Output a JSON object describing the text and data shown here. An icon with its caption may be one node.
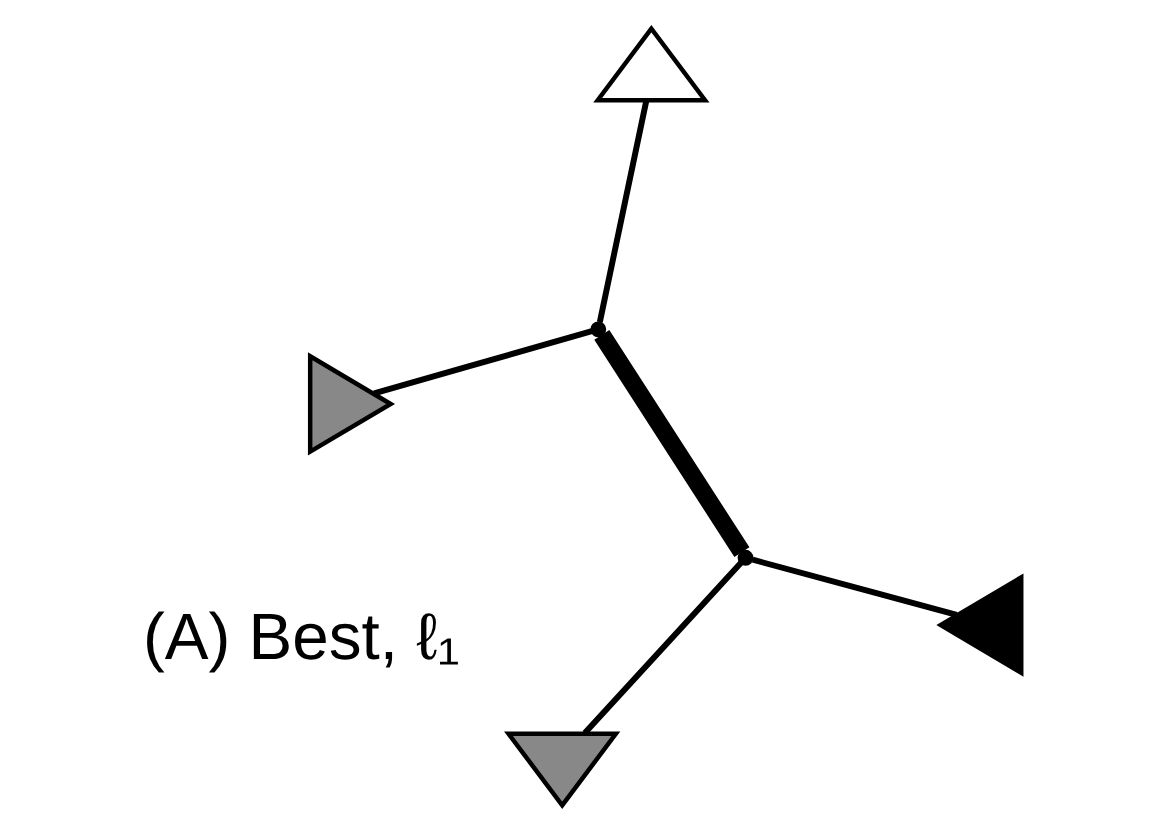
{
  "diagram": {
    "nodes": [
      {
        "text": [],
        "shape": "triangle"
      },
      {
        "text": [],
        "shape": "triangle"
      },
      {
        "text": [],
        "shape": "point"
      },
      {
        "text": [],
        "shape": "point"
      },
      {
        "text": [],
        "shape": "triangle"
      },
      {
        "text": [],
        "shape": "triangle"
      }
    ],
    "edges": [
      {
        "from": 2,
        "to": 0,
        "arrow": "none"
      },
      {
        "from": 2,
        "to": 1,
        "arrow": "none"
      },
      {
        "from": 2,
        "to": 3,
        "arrow": "none",
        "style": "thick"
      },
      {
        "from": 3,
        "to": 4,
        "arrow": "none"
      },
      {
        "from": 3,
        "to": 5,
        "arrow": "none"
      }
    ],
    "labels": [
      "(A) Best, ℓ₁"
    ]
  }
}
